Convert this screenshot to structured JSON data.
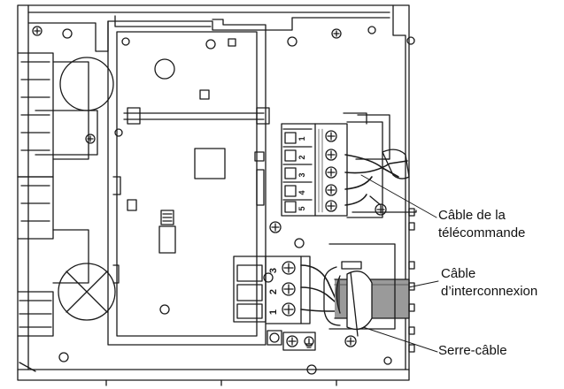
{
  "callouts": {
    "remote_cable": [
      "Câble de la",
      "télécommande"
    ],
    "interconnect_cable": [
      "Câble",
      "d’interconnexion"
    ],
    "cable_clamp": [
      "Serre-câble"
    ]
  },
  "terminals": {
    "upper": [
      "1",
      "2",
      "3",
      "4",
      "5"
    ],
    "lower": [
      "3",
      "2",
      "1"
    ]
  },
  "colors": {
    "line": "#1a1a1a",
    "fill_light": "#ffffff",
    "fill_cable": "#9a9a9a",
    "fill_dark": "#555555"
  },
  "icons": [
    "ground-symbol-icon",
    "cable-tie-icon"
  ]
}
